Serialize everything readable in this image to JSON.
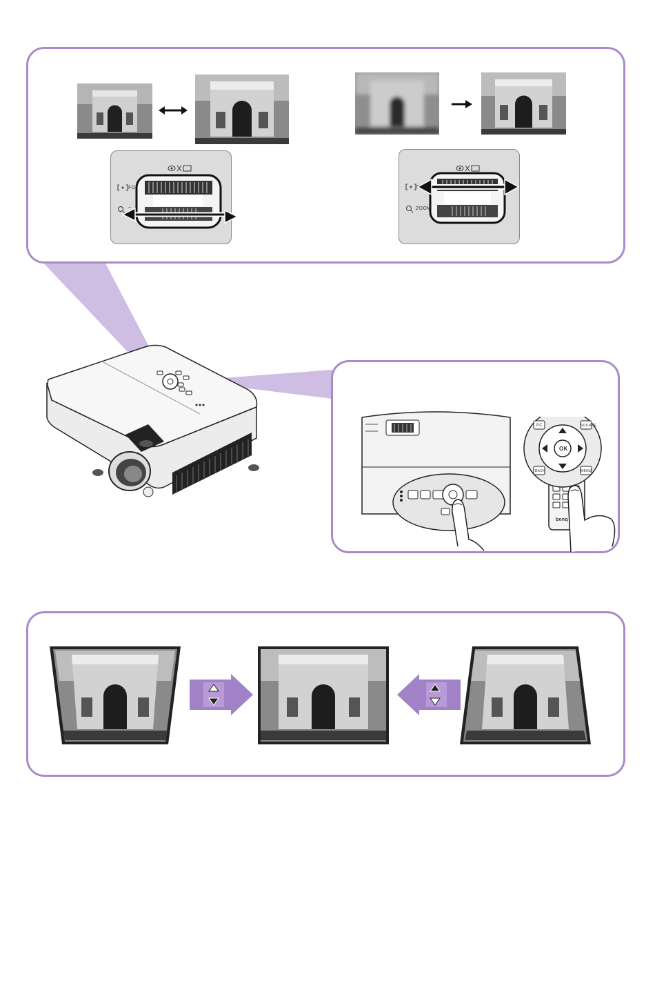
{
  "lens_controls": {
    "focus_label": "FOCUS",
    "focus_label_short": "FO",
    "zoom_label": "ZOOM",
    "zoom_minus": "−",
    "lens_icon_name": "eye-x-screen-icon",
    "zoom_icon_name": "magnifier-icon",
    "focus_icon_name": "focus-bracket-icon"
  },
  "remote": {
    "ok_label": "OK",
    "pc_label": "PC",
    "back_label": "BACK",
    "menu_label": "MENU",
    "source_label": "SOURCE",
    "brand": "benq"
  },
  "keystone": {
    "up_icon_name": "keystone-up-down-icon",
    "down_icon_name": "keystone-down-up-icon"
  },
  "colors": {
    "accent_purple": "#a98ac9",
    "arrow_purple": "#a282c6",
    "beam_purple": "#cfbde3"
  }
}
